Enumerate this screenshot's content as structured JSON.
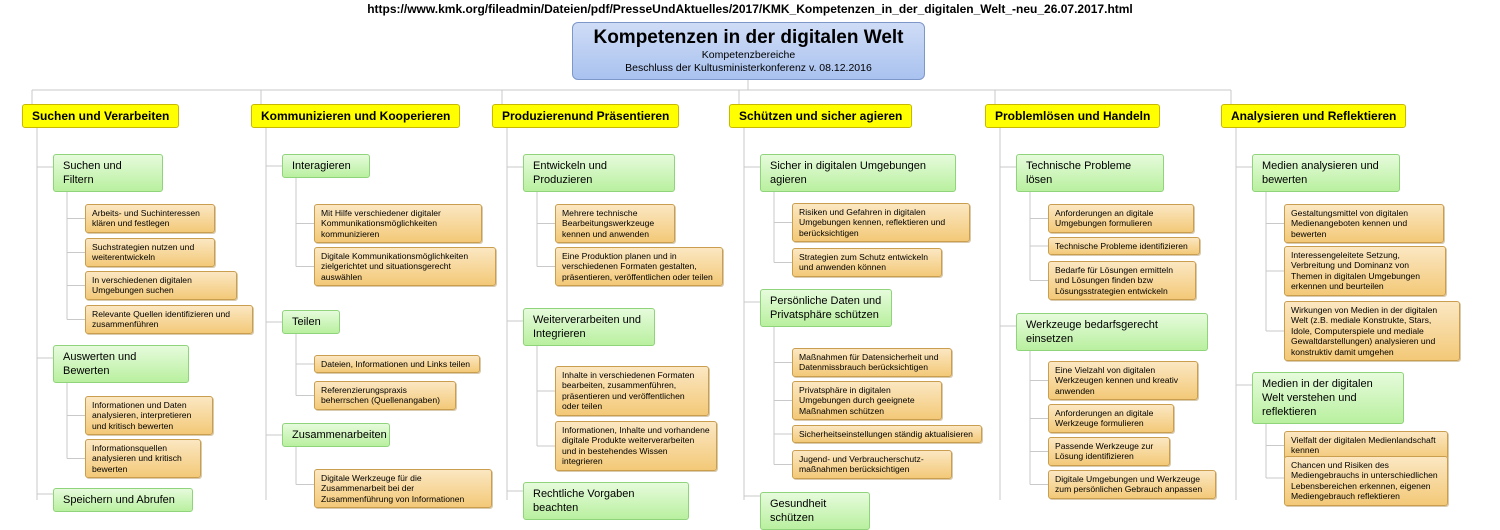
{
  "url": "https://www.kmk.org/fileadmin/Dateien/pdf/PresseUndAktuelles/2017/KMK_Kompetenzen_in_der_digitalen_Welt_-neu_26.07.2017.html",
  "root": {
    "title": "Kompetenzen in der digitalen Welt",
    "subtitle": "Kompetenzbereiche",
    "note": "Beschluss der Kultusministerkonferenz v. 08.12.2016"
  },
  "categories": [
    {
      "label": "Suchen und Verarbeiten",
      "subs": [
        {
          "label": "Suchen und Filtern",
          "leaves": [
            "Arbeits- und Suchinteressen klären und festlegen",
            "Suchstrategien nutzen und weiterentwickeln",
            "In verschiedenen digitalen Umgebungen suchen",
            "Relevante Quellen identifizieren und zusammenführen"
          ]
        },
        {
          "label": "Auswerten und Bewerten",
          "leaves": [
            "Informationen und Daten analysieren, interpretieren und kritisch bewerten",
            "Informationsquellen analysieren und kritisch bewerten"
          ]
        },
        {
          "label": "Speichern und Abrufen",
          "leaves": []
        }
      ]
    },
    {
      "label": "Kommunizieren und Kooperieren",
      "subs": [
        {
          "label": "Interagieren",
          "leaves": [
            "Mit Hilfe verschiedener digitaler Kommunikationsmöglichkeiten kommunizieren",
            "Digitale Kommunikationsmöglichkeiten zielgerichtet und situationsgerecht auswählen"
          ]
        },
        {
          "label": "Teilen",
          "leaves": [
            "Dateien, Informationen und Links teilen",
            "Referenzierungspraxis beherrschen (Quellenangaben)"
          ]
        },
        {
          "label": "Zusammenarbeiten",
          "leaves": [
            "Digitale Werkzeuge für die Zusammenarbeit bei der Zusammenführung von Informationen"
          ]
        }
      ]
    },
    {
      "label": "Produzierenund Präsentieren",
      "subs": [
        {
          "label": "Entwickeln und Produzieren",
          "leaves": [
            "Mehrere technische Bearbeitungswerkzeuge kennen und anwenden",
            "Eine Produktion planen und in verschiedenen Formaten gestalten, präsentieren, veröffentlichen oder teilen"
          ]
        },
        {
          "label": "Weiterverarbeiten und Integrieren",
          "leaves": [
            "Inhalte in verschiedenen Formaten bearbeiten, zusammenführen, präsentieren und veröffentlichen oder teilen",
            "Informationen, Inhalte und vorhandene digitale Produkte weiterverarbeiten und in bestehendes Wissen integrieren"
          ]
        },
        {
          "label": "Rechtliche Vorgaben beachten",
          "leaves": []
        }
      ]
    },
    {
      "label": "Schützen und sicher agieren",
      "subs": [
        {
          "label": "Sicher in digitalen Umgebungen agieren",
          "leaves": [
            "Risiken und Gefahren in digitalen Umgebungen kennen, reflektieren und berücksichtigen",
            "Strategien zum Schutz entwickeln und anwenden können"
          ]
        },
        {
          "label": "Persönliche Daten und Privatsphäre schützen",
          "leaves": [
            "Maßnahmen für Datensicherheit und Datenmissbrauch berücksichtigen",
            "Privatsphäre in digitalen Umgebungen durch geeignete Maßnahmen schützen",
            "Sicherheitseinstellungen ständig aktualisieren",
            "Jugend- und Verbraucherschutz-maßnahmen berücksichtigen"
          ]
        },
        {
          "label": "Gesundheit schützen",
          "leaves": []
        }
      ]
    },
    {
      "label": "Problemlösen und Handeln",
      "subs": [
        {
          "label": "Technische Probleme lösen",
          "leaves": [
            "Anforderungen an digitale Umgebungen formulieren",
            "Technische Probleme identifizieren",
            "Bedarfe für Lösungen ermitteln und Lösungen finden bzw Lösungsstrategien entwickeln"
          ]
        },
        {
          "label": "Werkzeuge bedarfsgerecht einsetzen",
          "leaves": [
            "Eine Vielzahl von digitalen Werkzeugen kennen und kreativ anwenden",
            "Anforderungen an digitale Werkzeuge formulieren",
            "Passende Werkzeuge zur Lösung identifizieren",
            "Digitale Umgebungen und Werkzeuge zum persönlichen Gebrauch anpassen"
          ]
        }
      ]
    },
    {
      "label": "Analysieren und Reflektieren",
      "subs": [
        {
          "label": "Medien analysieren und bewerten",
          "leaves": [
            "Gestaltungsmittel von digitalen Medienangeboten kennen und bewerten",
            "Interessengeleitete Setzung, Verbreitung und Dominanz von Themen in digitalen Umgebungen erkennen und beurteilen",
            "Wirkungen von Medien in der digitalen Welt (z.B. mediale Konstrukte, Stars, Idole, Computerspiele und mediale Gewaltdarstellungen) analysieren und konstruktiv damit umgehen"
          ]
        },
        {
          "label": "Medien in der digitalen Welt verstehen und reflektieren",
          "leaves": [
            "Vielfalt der digitalen Medienlandschaft kennen",
            "Chancen und Risiken des Mediengebrauchs in unterschiedlichen Lebensbereichen erkennen, eigenen Mediengebrauch reflektieren"
          ]
        }
      ]
    }
  ]
}
